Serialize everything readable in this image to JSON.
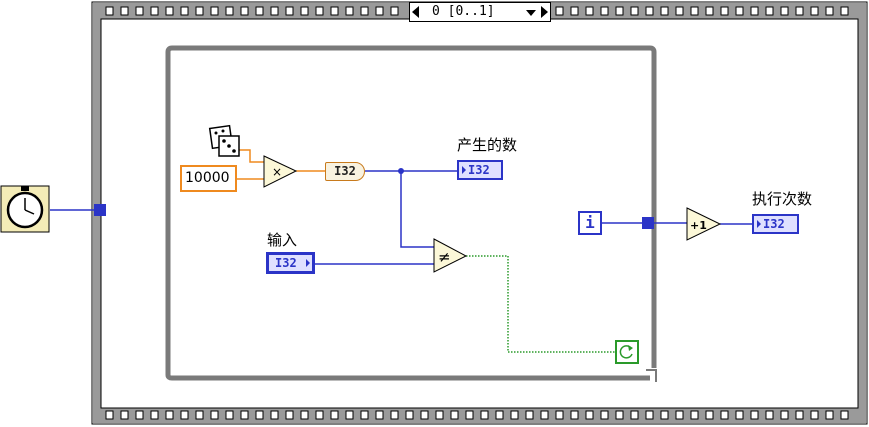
{
  "case_selector": {
    "value": "0 [0..1]"
  },
  "constant": {
    "value": "10000"
  },
  "conversion": {
    "label": "I32"
  },
  "indicators": {
    "generated": {
      "label": "产生的数",
      "type": "I32"
    },
    "count": {
      "label": "执行次数",
      "type": "I32"
    }
  },
  "control": {
    "label": "输入",
    "type": "I32"
  },
  "iteration_terminal": {
    "label": "i"
  },
  "colors": {
    "wire_int": "#2b34c7",
    "wire_dbl": "#ef8a1f",
    "wire_bool": "#2a9a2a",
    "loop_border": "#7a7a7a",
    "frame_gray": "#9a9a9a"
  }
}
